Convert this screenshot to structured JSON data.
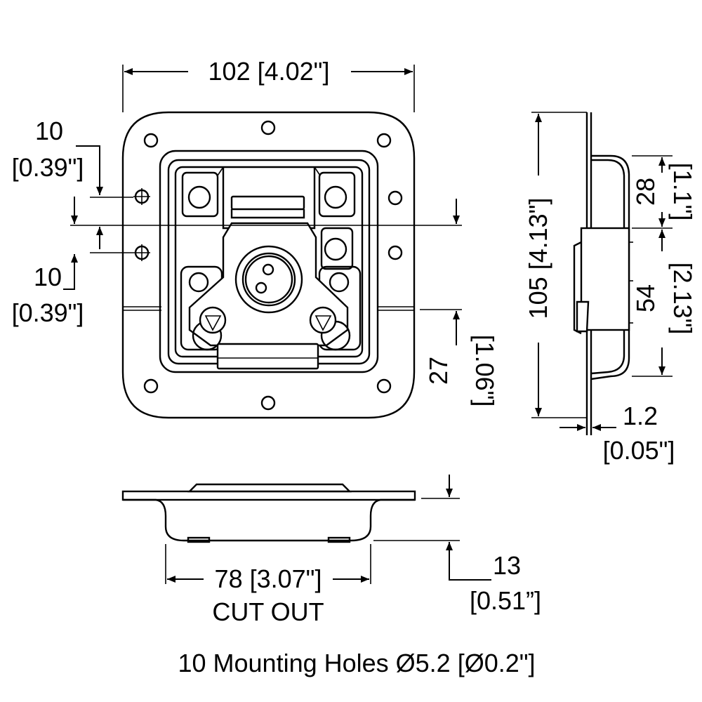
{
  "dimensions": {
    "overall_width": "102 [4.02\"]",
    "hole_offset_top_mm": "10",
    "hole_offset_top_in": "[0.39\"]",
    "hole_offset_bottom_mm": "10",
    "hole_offset_bottom_in": "[0.39\"]",
    "lower_offset_mm": "27",
    "lower_offset_in": "[1.06\"]",
    "overall_height": "105 [4.13\"]",
    "upper_depth_mm": "28",
    "upper_depth_in": "[1.1\"]",
    "lower_depth_mm": "54",
    "lower_depth_in": "[2.13\"]",
    "thickness_mm": "1.2",
    "thickness_in": "[0.05\"]",
    "cutout_width": "78 [3.07\"]",
    "cutout_label": "CUT OUT",
    "total_depth_mm": "13",
    "total_depth_in": "[0.51”]"
  },
  "note": "10 Mounting Holes Ø5.2 [Ø0.2\"]"
}
